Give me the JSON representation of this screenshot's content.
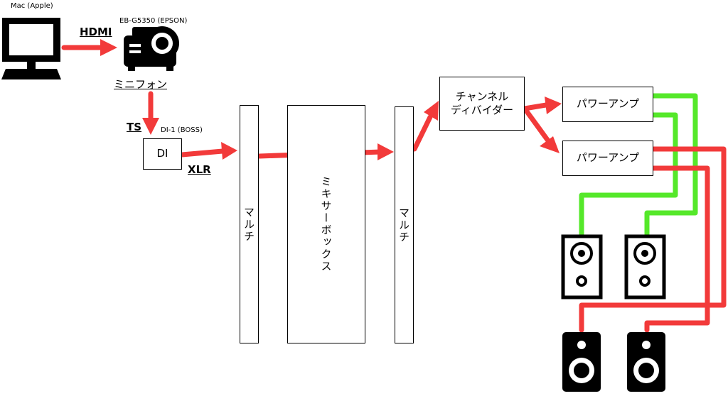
{
  "labels": {
    "mac": "Mac (Apple)",
    "projector_model": "EB-G5350 (EPSON)",
    "hdmi": "HDMI",
    "miniphone": "ミニフォン",
    "ts": "TS",
    "di_model": "DI-1 (BOSS)",
    "xlr": "XLR"
  },
  "boxes": {
    "di": "DI",
    "multi_left": "マルチ",
    "mixer": "ミキサーボックス",
    "multi_right": "マルチ",
    "channel_divider_line1": "チャンネル",
    "channel_divider_line2": "ディバイダー",
    "power_amp_1": "パワーアンプ",
    "power_amp_2": "パワーアンプ"
  },
  "icons": [
    "monitor-icon",
    "projector-icon",
    "speaker-icon"
  ],
  "colors": {
    "arrow": "#f23a3a",
    "cable_green": "#55e82a",
    "cable_red": "#f23a3a",
    "line": "#000000"
  }
}
